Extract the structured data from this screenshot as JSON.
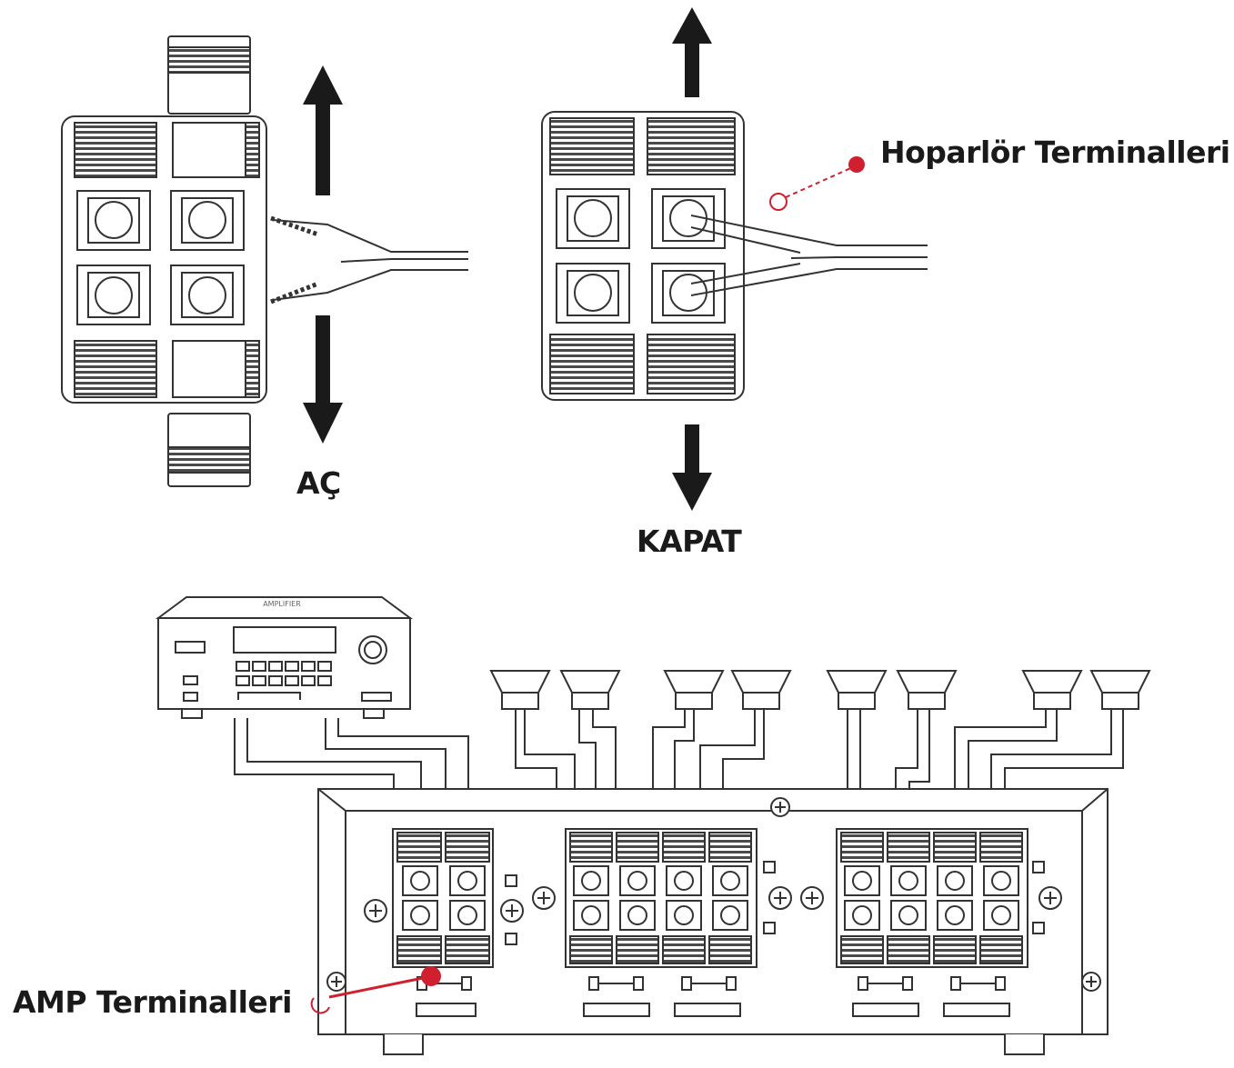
{
  "labels": {
    "open": "AÇ",
    "close": "KAPAT",
    "speaker_terminals": "Hoparlör Terminalleri",
    "amp_terminals": "AMP Terminalleri"
  },
  "devices": {
    "amplifier_text": "AMPLIFIER"
  },
  "colors": {
    "accent": "#d0202f",
    "line": "#333333",
    "fill_dark": "#555555"
  }
}
